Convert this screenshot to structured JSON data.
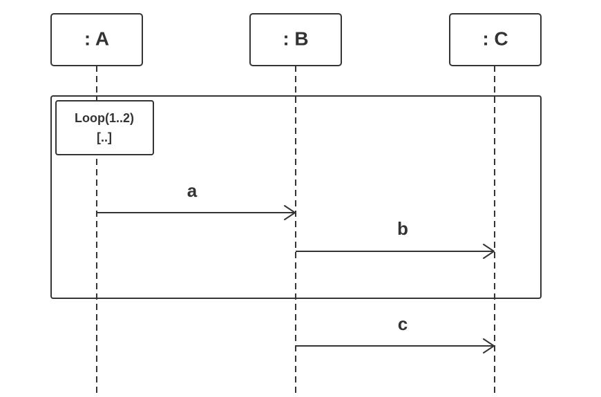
{
  "participants": [
    {
      "id": "A",
      "label": ": A"
    },
    {
      "id": "B",
      "label": ": B"
    },
    {
      "id": "C",
      "label": ": C"
    }
  ],
  "fragment": {
    "operator": "Loop(1..2)",
    "guard": "[..]"
  },
  "messages": [
    {
      "label": "a",
      "from": "A",
      "to": "B",
      "in_loop": true
    },
    {
      "label": "b",
      "from": "B",
      "to": "C",
      "in_loop": true
    },
    {
      "label": "c",
      "from": "B",
      "to": "C",
      "in_loop": false
    }
  ],
  "colors": {
    "stroke": "#333333",
    "background": "#ffffff"
  }
}
